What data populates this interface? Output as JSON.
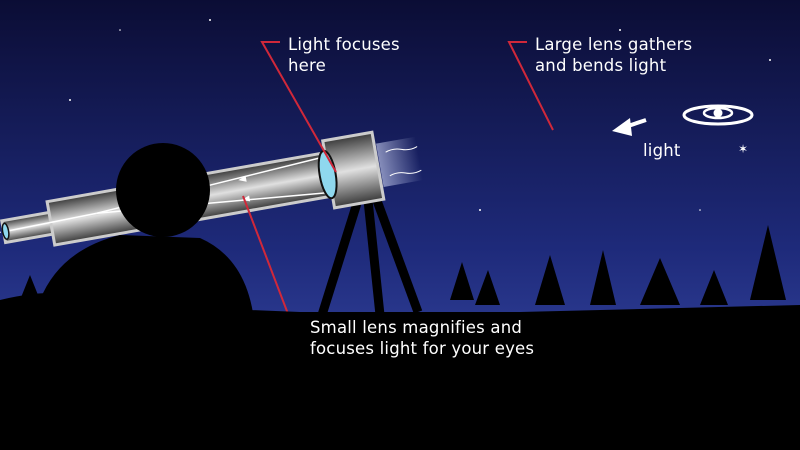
{
  "labels": {
    "focus": [
      "Light focuses",
      "here"
    ],
    "large_lens": [
      "Large lens gathers",
      "and bends light"
    ],
    "small_lens": [
      "Small lens magnifies and",
      "focuses light for your eyes"
    ],
    "light": "light"
  },
  "colors": {
    "sky_top": "#0c0f3a",
    "sky_bottom": "#3a4aa8",
    "pointer": "#d0283a",
    "lens": "#8fd8ee",
    "silhouette": "#000000"
  }
}
